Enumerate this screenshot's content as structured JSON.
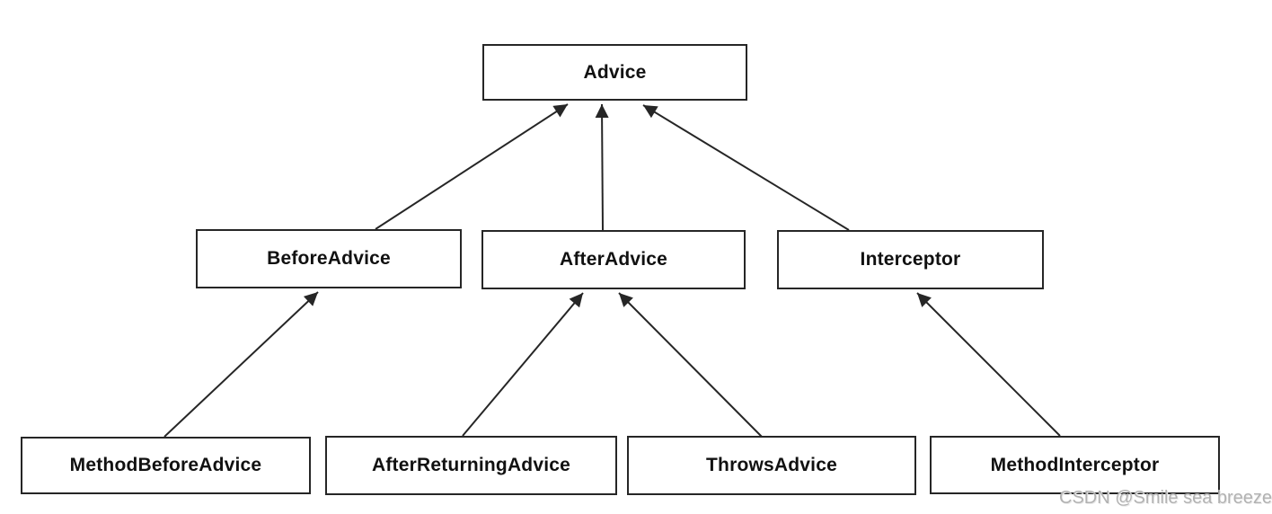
{
  "diagram": {
    "type": "class-hierarchy",
    "nodes": {
      "advice": {
        "label": "Advice"
      },
      "before_advice": {
        "label": "BeforeAdvice"
      },
      "after_advice": {
        "label": "AfterAdvice"
      },
      "interceptor": {
        "label": "Interceptor"
      },
      "method_before_advice": {
        "label": "MethodBeforeAdvice"
      },
      "after_returning_advice": {
        "label": "AfterReturningAdvice"
      },
      "throws_advice": {
        "label": "ThrowsAdvice"
      },
      "method_interceptor": {
        "label": "MethodInterceptor"
      }
    },
    "edges": [
      {
        "from": "BeforeAdvice",
        "to": "Advice"
      },
      {
        "from": "AfterAdvice",
        "to": "Advice"
      },
      {
        "from": "Interceptor",
        "to": "Advice"
      },
      {
        "from": "MethodBeforeAdvice",
        "to": "BeforeAdvice"
      },
      {
        "from": "AfterReturningAdvice",
        "to": "AfterAdvice"
      },
      {
        "from": "ThrowsAdvice",
        "to": "AfterAdvice"
      },
      {
        "from": "MethodInterceptor",
        "to": "Interceptor"
      }
    ],
    "colors": {
      "box_border": "#262626",
      "box_fill": "#ffffff",
      "text": "#111111",
      "arrow": "#262626",
      "watermark": "#b2b2b2"
    }
  },
  "watermark": {
    "text": "CSDN @Smile sea breeze"
  }
}
